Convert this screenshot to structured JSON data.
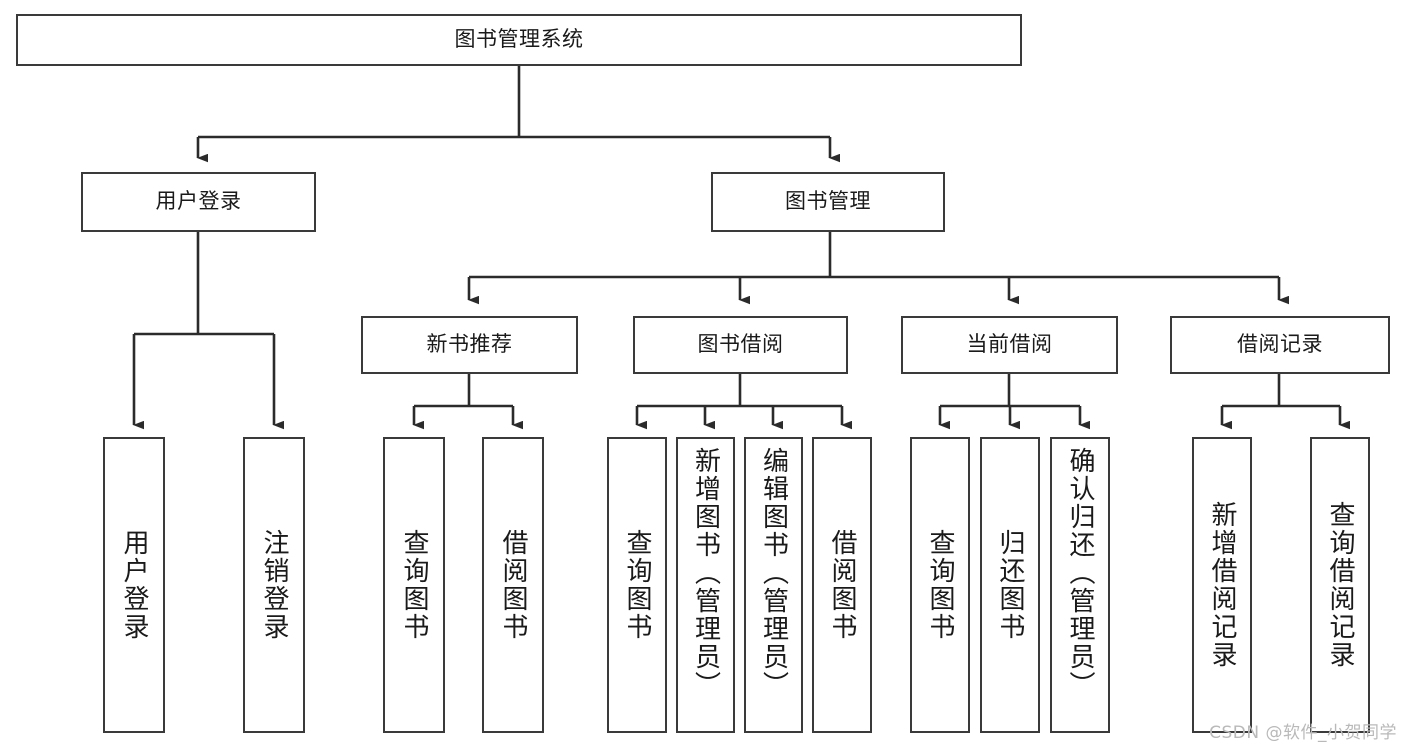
{
  "diagram": {
    "type": "tree",
    "title": "图书管理系统",
    "watermark": "CSDN @软件_小贺同学",
    "colors": {
      "box_border": "#3a3a3a",
      "box_fill": "#ffffff",
      "connector": "#2b2b2b",
      "text": "#1a1a1a",
      "watermark": "#b9b9b9"
    },
    "root": {
      "label": "图书管理系统"
    },
    "level1": [
      {
        "label": "用户登录"
      },
      {
        "label": "图书管理"
      }
    ],
    "level2": [
      {
        "label": "新书推荐"
      },
      {
        "label": "图书借阅"
      },
      {
        "label": "当前借阅"
      },
      {
        "label": "借阅记录"
      }
    ],
    "leaves": {
      "user_login": [
        {
          "label": "用户登录"
        },
        {
          "label": "注销登录"
        }
      ],
      "new_book": [
        {
          "label": "查询图书"
        },
        {
          "label": "借阅图书"
        }
      ],
      "book_borrow": [
        {
          "label": "查询图书"
        },
        {
          "label": "新增图书（管理员）"
        },
        {
          "label": "编辑图书（管理员）"
        },
        {
          "label": "借阅图书"
        }
      ],
      "current_borrow": [
        {
          "label": "查询图书"
        },
        {
          "label": "归还图书"
        },
        {
          "label": "确认归还（管理员）"
        }
      ],
      "borrow_record": [
        {
          "label": "新增借阅记录"
        },
        {
          "label": "查询借阅记录"
        }
      ]
    }
  }
}
